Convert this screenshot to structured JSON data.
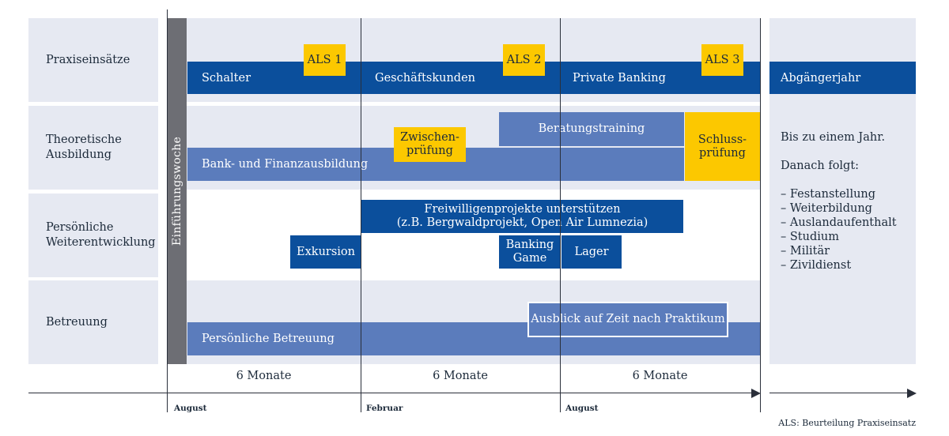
{
  "rows": {
    "praxis": "Praxiseinsätze",
    "theorie_1": "Theoretische",
    "theorie_2": "Ausbildung",
    "persoenlich_1": "Persönliche",
    "persoenlich_2": "Weiterentwicklung",
    "betreuung": "Betreuung"
  },
  "intro_week": "Einführungswoche",
  "praxis": {
    "schalter": "Schalter",
    "geschaeftskunden": "Geschäftskunden",
    "private_banking": "Private Banking",
    "als1": "ALS 1",
    "als2": "ALS 2",
    "als3": "ALS 3"
  },
  "theorie": {
    "bank": "Bank- und Finanzausbildung",
    "zwischen_1": "Zwischen-",
    "zwischen_2": "prüfung",
    "beratung": "Beratungstraining",
    "schluss_1": "Schluss-",
    "schluss_2": "prüfung"
  },
  "persoenlich": {
    "freiwillig_1": "Freiwilligenprojekte unterstützen",
    "freiwillig_2": "(z.B. Bergwaldprojekt, Open Air Lumnezia)",
    "exkursion": "Exkursion",
    "banking_1": "Banking",
    "banking_2": "Game",
    "lager": "Lager"
  },
  "betreuung": {
    "persoenlich": "Persönliche Betreuung",
    "ausblick": "Ausblick auf Zeit nach Praktikum"
  },
  "right": {
    "header": "Abgängerjahr",
    "line1": "Bis zu einem Jahr.",
    "line2": "Danach folgt:",
    "items": [
      "– Festanstellung",
      "– Weiterbildung",
      "– Auslandaufenthalt",
      "– Studium",
      "– Militär",
      "– Zivildienst"
    ]
  },
  "timeline": {
    "months1": "6 Monate",
    "months2": "6 Monate",
    "months3": "6 Monate",
    "tick1": "August",
    "tick2": "Februar",
    "tick3": "August"
  },
  "note": "ALS: Beurteilung Praxiseinsatz",
  "colors": {
    "dark_blue": "#0b4f9c",
    "mid_blue": "#5b7cbc",
    "yellow": "#fcc800",
    "light_band": "#e6e9f2",
    "intro_gray": "#6d6e74"
  }
}
